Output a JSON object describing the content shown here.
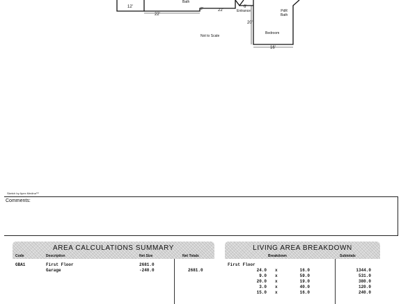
{
  "sketch": {
    "dims": {
      "left_bottom": "12'",
      "bottom_long": "22'",
      "middle_small": "2'",
      "middle": "22'",
      "entrance_w": "6'",
      "right_side": "20'",
      "right_bottom": "16'"
    },
    "rooms": {
      "bath_left": "Bath",
      "entrance": "Entrance",
      "pdr_bath": [
        "PdR",
        "Bath"
      ],
      "bedroom": "Bedroom"
    },
    "not_to_scale": "Not to Scale",
    "credit": "Sketch by Apex Medina™"
  },
  "comments": {
    "label": "Comments:"
  },
  "area_summary": {
    "title": "AREA CALCULATIONS SUMMARY",
    "headers": {
      "code": "Code",
      "description": "Description",
      "net_size": "Net Size",
      "net_totals": "Net Totals"
    },
    "rows": [
      {
        "code": "GBA1",
        "description": "First Floor",
        "net_size": "2681.0",
        "net_totals": ""
      },
      {
        "code": "",
        "description": "Garage",
        "net_size": "-240.0",
        "net_totals": "2681.0"
      }
    ]
  },
  "living_breakdown": {
    "title": "LIVING AREA BREAKDOWN",
    "headers": {
      "breakdown": "Breakdown",
      "subtotals": "Subtotals"
    },
    "floor_label": "First Floor",
    "rows": [
      {
        "a": "24.0",
        "b": "16.0",
        "subtotal": "1344.0"
      },
      {
        "a": "9.0",
        "b": "59.0",
        "subtotal": "531.0"
      },
      {
        "a": "20.0",
        "b": "19.0",
        "subtotal": "380.0"
      },
      {
        "a": "3.0",
        "b": "40.0",
        "subtotal": "120.0"
      },
      {
        "a": "15.0",
        "b": "16.0",
        "subtotal": "240.0"
      }
    ],
    "times": "x"
  }
}
